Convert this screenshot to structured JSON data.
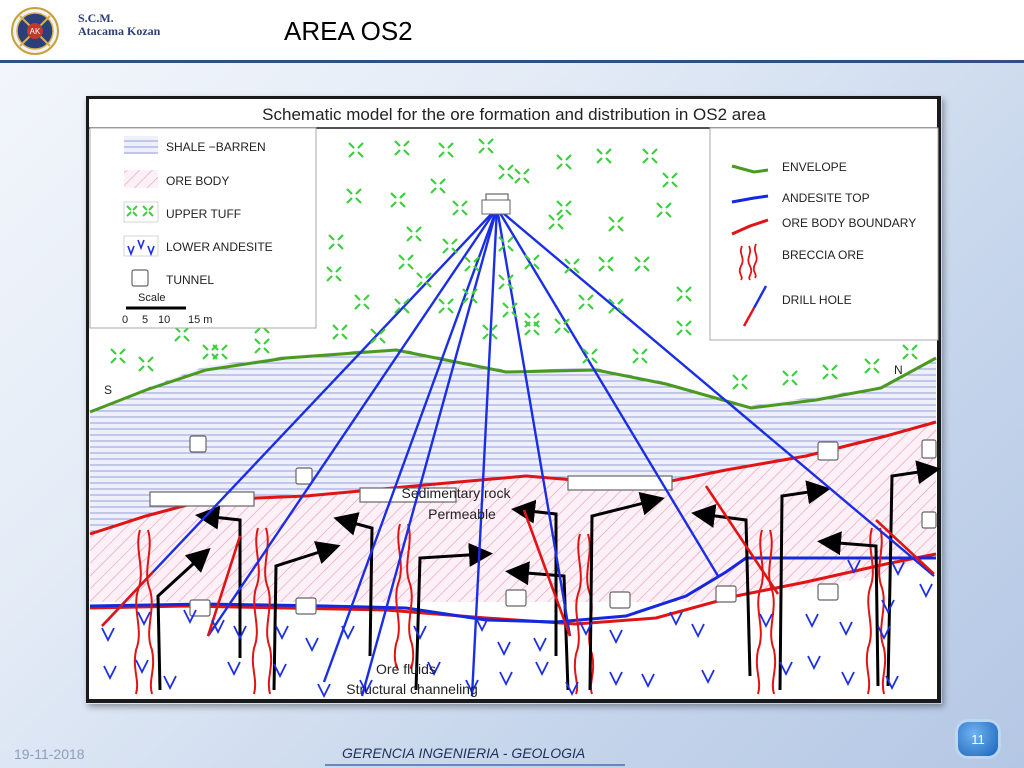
{
  "header": {
    "company_line1": "S.C.M.",
    "company_line2": "Atacama Kozan",
    "logo_text": "AK",
    "title": "AREA OS2"
  },
  "diagram": {
    "title": "Schematic model for the ore formation and distribution in OS2 area",
    "legend_left": [
      {
        "key": "shale",
        "label": "SHALE −BARREN"
      },
      {
        "key": "ore",
        "label": "ORE BODY"
      },
      {
        "key": "tuff",
        "label": "UPPER TUFF"
      },
      {
        "key": "andesite",
        "label": "LOWER ANDESITE"
      },
      {
        "key": "tunnel",
        "label": "TUNNEL"
      }
    ],
    "scale": {
      "label": "Scale",
      "ticks": [
        "0",
        "5",
        "10",
        "15 m"
      ]
    },
    "legend_right": [
      {
        "key": "envelope",
        "label": "ENVELOPE"
      },
      {
        "key": "andesite_top",
        "label": "ANDESITE TOP"
      },
      {
        "key": "ore_boundary",
        "label": "ORE BODY BOUNDARY"
      },
      {
        "key": "breccia",
        "label": "BRECCIA ORE"
      },
      {
        "key": "drill",
        "label": "DRILL HOLE"
      }
    ],
    "labels": {
      "south": "S",
      "north": "N",
      "sed_line1": "Sedimentary rock",
      "sed_line2": "Permeable",
      "fluid_line1": "Ore fluids",
      "fluid_line2": "Structural channeling"
    },
    "colors": {
      "envelope": "#4a9a1f",
      "andesite_top": "#1428e0",
      "ore_boundary": "#e01414",
      "drill": "#1a2ee6",
      "tuff": "#3ecf3e",
      "andesite": "#1a2ee6",
      "shale": "#8088d0",
      "ore_hatch": "#e89ab8"
    }
  },
  "footer": {
    "date": "19-11-2018",
    "department": "GERENCIA INGENIERIA - GEOLOGIA",
    "page": "11"
  }
}
